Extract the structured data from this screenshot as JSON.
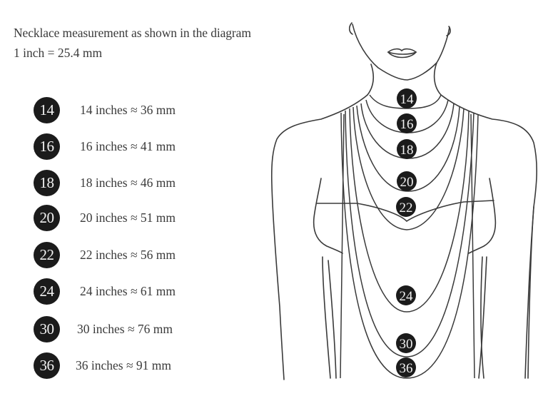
{
  "header": {
    "title": "Necklace measurement as shown in the diagram",
    "conversion": "1 inch = 25.4 mm"
  },
  "legend": [
    {
      "badge": "14",
      "label": "14 inches ≈ 36 mm"
    },
    {
      "badge": "16",
      "label": "16 inches ≈ 41 mm"
    },
    {
      "badge": "18",
      "label": "18 inches ≈ 46 mm"
    },
    {
      "badge": "20",
      "label": "20 inches ≈ 51 mm"
    },
    {
      "badge": "22",
      "label": "22 inches ≈ 56 mm"
    },
    {
      "badge": "24",
      "label": "24 inches ≈ 61 mm"
    },
    {
      "badge": "30",
      "label": "30 inches ≈ 76 mm"
    },
    {
      "badge": "36",
      "label": "36 inches ≈ 91 mm"
    }
  ],
  "diagram": {
    "markers": [
      "14",
      "16",
      "18",
      "20",
      "22",
      "24",
      "30",
      "36"
    ]
  },
  "colors": {
    "badge_fill": "#1b1b1b",
    "badge_text": "#f2f2f2",
    "line": "#3a3a3a",
    "text": "#3a3a3a"
  }
}
